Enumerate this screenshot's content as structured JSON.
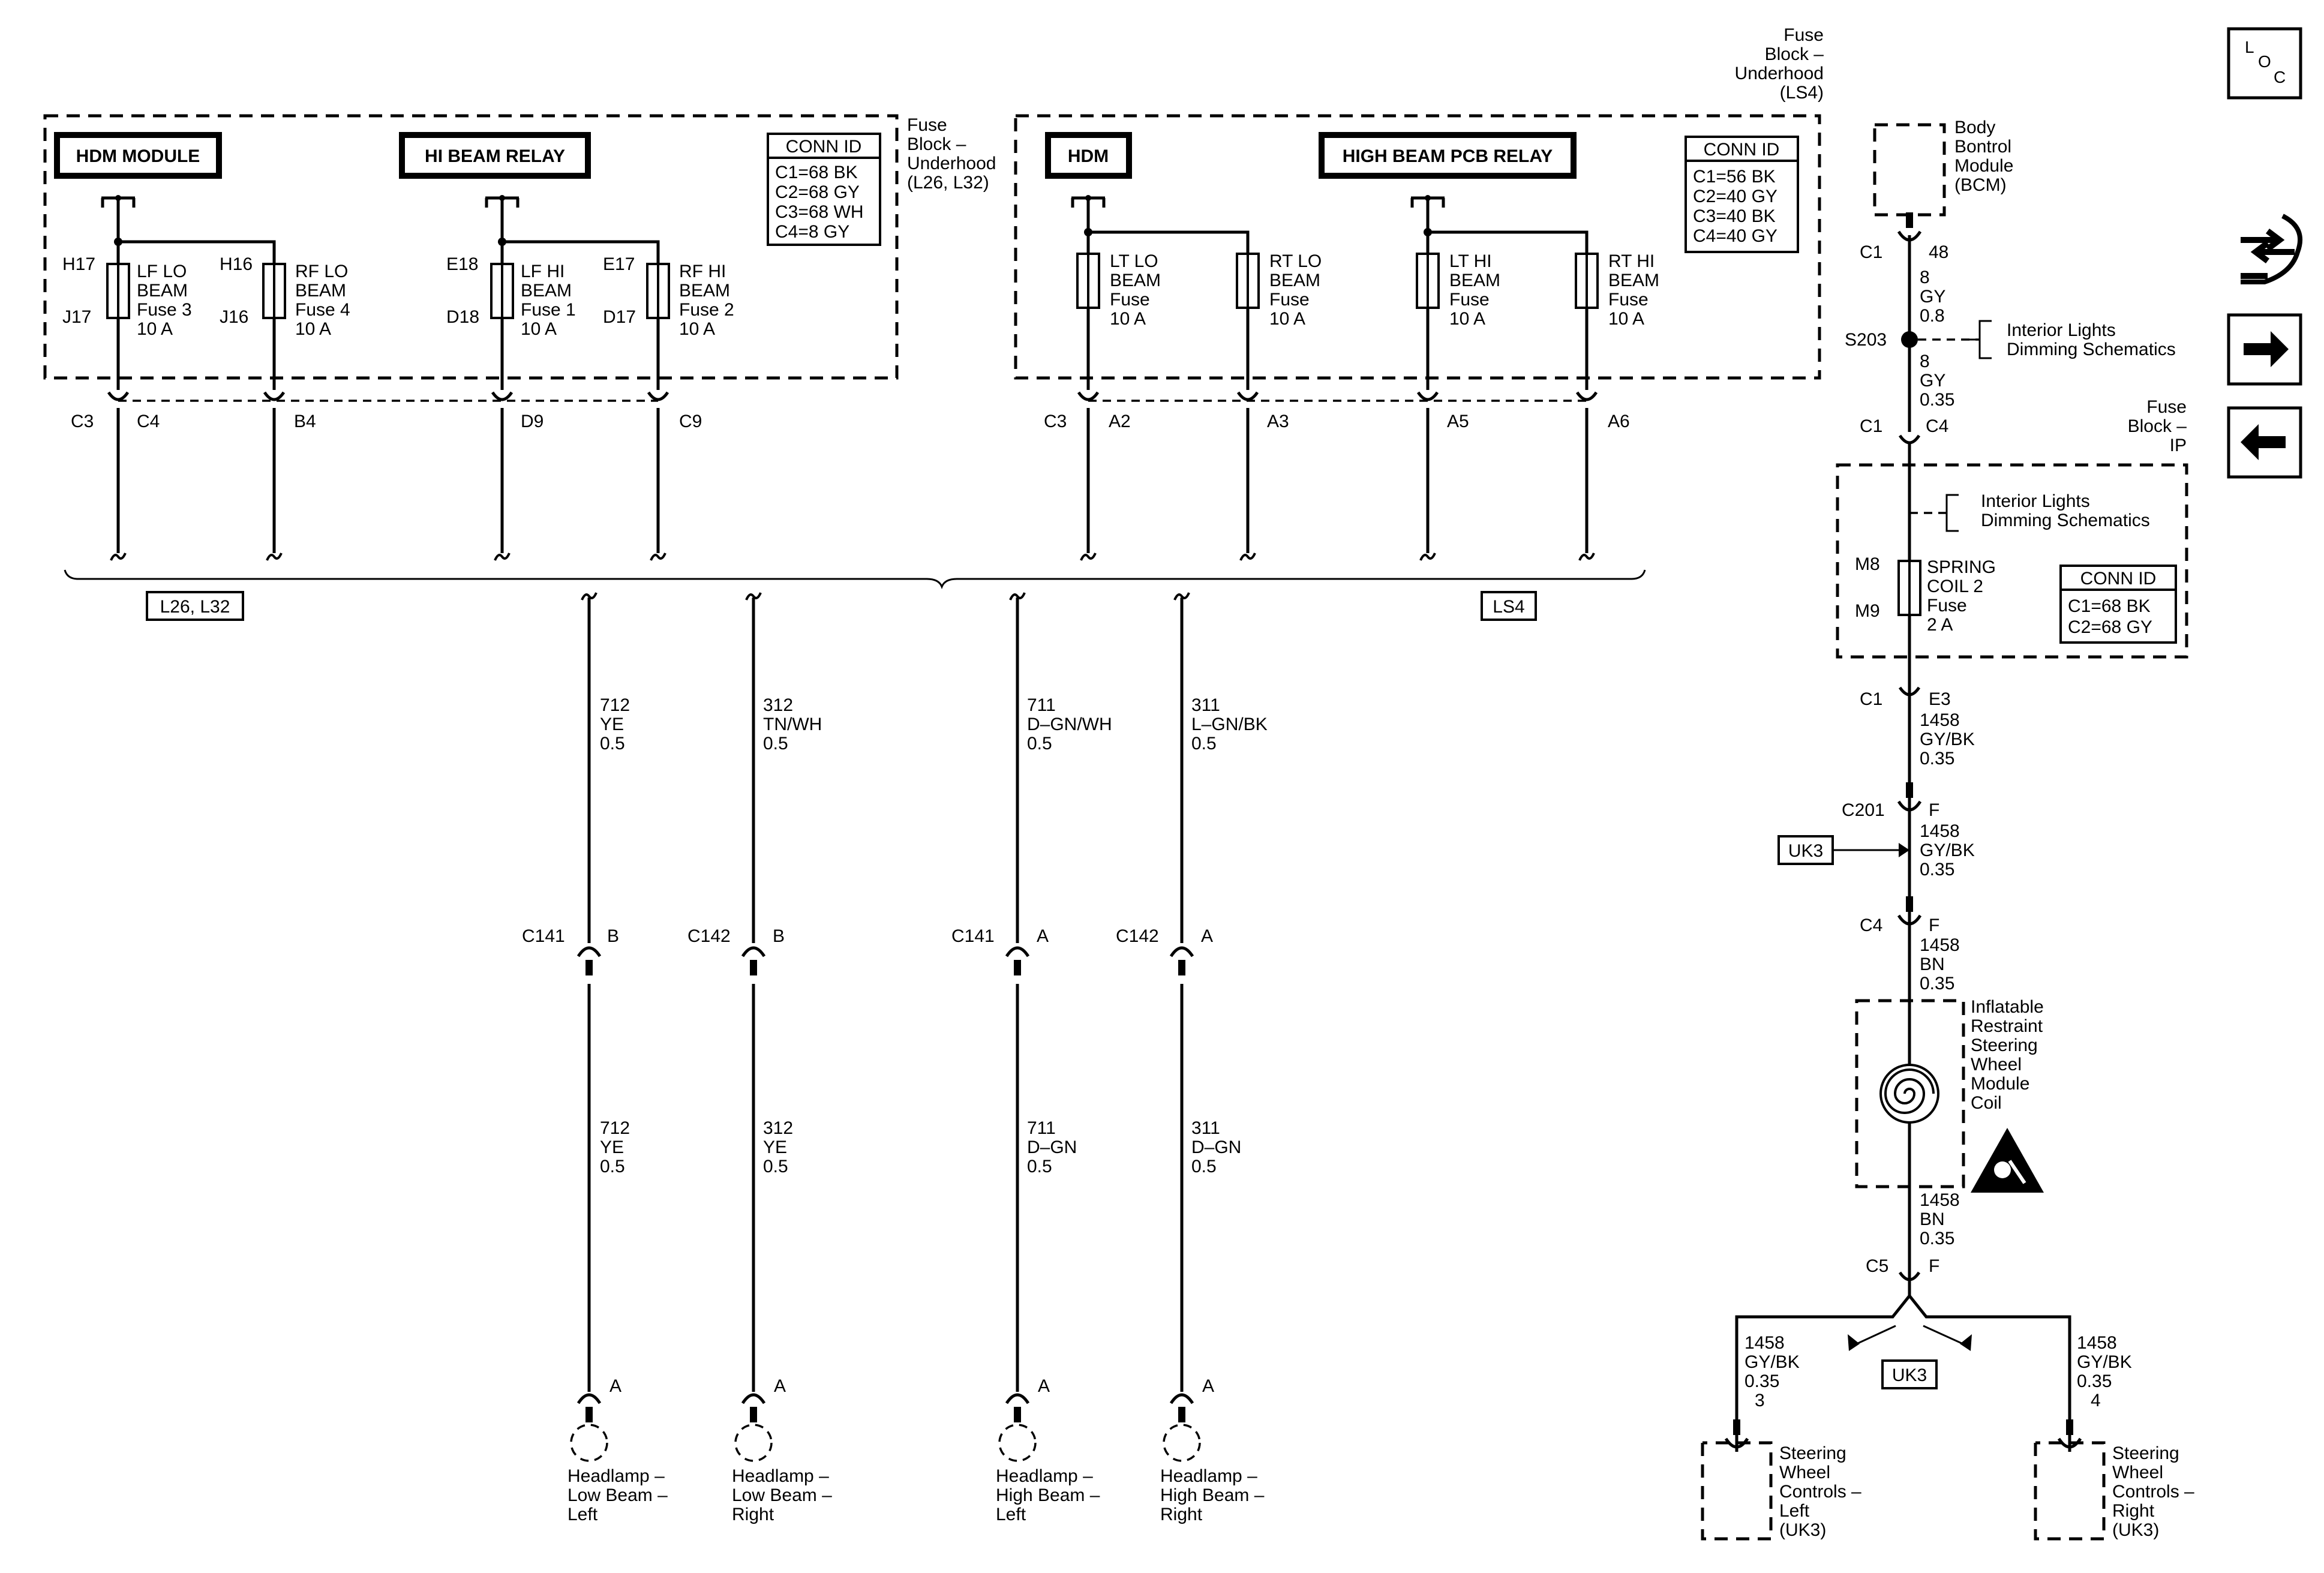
{
  "fuse_block_uh_l26": [
    "Fuse",
    "Block –",
    "Underhood",
    "(L26, L32)"
  ],
  "fuse_block_uh_ls4": [
    "Fuse",
    "Block –",
    "Underhood",
    "(LS4)"
  ],
  "fuse_block_ip": [
    "Fuse",
    "Block –",
    "IP"
  ],
  "left_block": {
    "hdm_label": "HDM MODULE",
    "relay_label": "HI BEAM RELAY",
    "conn_id": [
      "CONN ID",
      "C1=68 BK",
      "C2=68 GY",
      "C3=68 WH",
      "C4=8 GY"
    ],
    "fuses": [
      {
        "pin_top": "H17",
        "pin_bot": "J17",
        "text": [
          "LF LO",
          "BEAM",
          "Fuse 3",
          "10 A"
        ],
        "conn": "C4",
        "conn_pre": "C3"
      },
      {
        "pin_top": "H16",
        "pin_bot": "J16",
        "text": [
          "RF LO",
          "BEAM",
          "Fuse 4",
          "10 A"
        ],
        "conn": "B4"
      },
      {
        "pin_top": "E18",
        "pin_bot": "D18",
        "text": [
          "LF HI",
          "BEAM",
          "Fuse 1",
          "10 A"
        ],
        "conn": "D9"
      },
      {
        "pin_top": "E17",
        "pin_bot": "D17",
        "text": [
          "RF HI",
          "BEAM",
          "Fuse 2",
          "10 A"
        ],
        "conn": "C9"
      }
    ]
  },
  "right_block": {
    "hdm_label": "HDM",
    "relay_label": "HIGH BEAM PCB RELAY",
    "conn_id": [
      "CONN ID",
      "C1=56 BK",
      "C2=40 GY",
      "C3=40 BK",
      "C4=40 GY"
    ],
    "fuses": [
      {
        "text": [
          "LT LO",
          "BEAM",
          "Fuse",
          "10 A"
        ],
        "conn": "A2",
        "conn_pre": "C3"
      },
      {
        "text": [
          "RT LO",
          "BEAM",
          "Fuse",
          "10 A"
        ],
        "conn": "A3"
      },
      {
        "text": [
          "LT HI",
          "BEAM",
          "Fuse",
          "10 A"
        ],
        "conn": "A5"
      },
      {
        "text": [
          "RT HI",
          "BEAM",
          "Fuse",
          "10 A"
        ],
        "conn": "A6"
      }
    ]
  },
  "option_tags": {
    "left": "L26, L32",
    "right": "LS4"
  },
  "headlamp_circuits": [
    {
      "upper": [
        "712",
        "YE",
        "0.5"
      ],
      "conn": "C141",
      "pin": "B",
      "lower": [
        "712",
        "YE",
        "0.5"
      ],
      "end_pin": "A",
      "label": [
        "Headlamp –",
        "Low Beam –",
        "Left"
      ]
    },
    {
      "upper": [
        "312",
        "TN/WH",
        "0.5"
      ],
      "conn": "C142",
      "pin": "B",
      "lower": [
        "312",
        "YE",
        "0.5"
      ],
      "end_pin": "A",
      "label": [
        "Headlamp –",
        "Low Beam –",
        "Right"
      ]
    },
    {
      "upper": [
        "711",
        "D–GN/WH",
        "0.5"
      ],
      "conn": "C141",
      "pin": "A",
      "lower": [
        "711",
        "D–GN",
        "0.5"
      ],
      "end_pin": "A",
      "label": [
        "Headlamp –",
        "High Beam –",
        "Left"
      ]
    },
    {
      "upper": [
        "311",
        "L–GN/BK",
        "0.5"
      ],
      "conn": "C142",
      "pin": "A",
      "lower": [
        "311",
        "D–GN",
        "0.5"
      ],
      "end_pin": "A",
      "label": [
        "Headlamp –",
        "High Beam –",
        "Right"
      ]
    }
  ],
  "right_circuit": {
    "bcm_label": [
      "Body",
      "Bontrol",
      "Module",
      "(BCM)"
    ],
    "c1_48": {
      "conn": "C1",
      "pin": "48"
    },
    "w_8_gy_08": [
      "8",
      "GY",
      "0.8"
    ],
    "splice": "S203",
    "interior_1": [
      "Interior Lights",
      "Dimming Schematics"
    ],
    "w_8_gy_035": [
      "8",
      "GY",
      "0.35"
    ],
    "c1_c4": {
      "conn": "C1",
      "pin": "C4"
    },
    "interior_2": [
      "Interior Lights",
      "Dimming Schematics"
    ],
    "spring_pins": {
      "top": "M8",
      "bot": "M9"
    },
    "spring_fuse": [
      "SPRING",
      "COIL 2",
      "Fuse",
      "2 A"
    ],
    "conn_id_ip": [
      "CONN ID",
      "C1=68 BK",
      "C2=68 GY"
    ],
    "c1_e3": {
      "conn": "C1",
      "pin": "E3"
    },
    "w_1458_gybk_a": [
      "1458",
      "GY/BK",
      "0.35"
    ],
    "c201_f": {
      "conn": "C201",
      "pin": "F"
    },
    "w_1458_gybk_b": [
      "1458",
      "GY/BK",
      "0.35"
    ],
    "uk3_tag": "UK3",
    "c4_f": {
      "conn": "C4",
      "pin": "F"
    },
    "w_1458_bn_a": [
      "1458",
      "BN",
      "0.35"
    ],
    "coil_label": [
      "Inflatable",
      "Restraint",
      "Steering",
      "Wheel",
      "Module",
      "Coil"
    ],
    "w_1458_bn_b": [
      "1458",
      "BN",
      "0.35"
    ],
    "c5_f": {
      "conn": "C5",
      "pin": "F"
    },
    "uk3_tag_2": "UK3",
    "branch_left": {
      "wire": [
        "1458",
        "GY/BK",
        "0.35"
      ],
      "pin": "3",
      "label": [
        "Steering",
        "Wheel",
        "Controls –",
        "Left",
        "(UK3)"
      ]
    },
    "branch_right": {
      "wire": [
        "1458",
        "GY/BK",
        "0.35"
      ],
      "pin": "4",
      "label": [
        "Steering",
        "Wheel",
        "Controls –",
        "Right",
        "(UK3)"
      ]
    }
  },
  "nav": {
    "loc_text": "LOC",
    "icons": [
      "connector-end-view-icon",
      "next-page-icon",
      "previous-page-icon"
    ]
  }
}
